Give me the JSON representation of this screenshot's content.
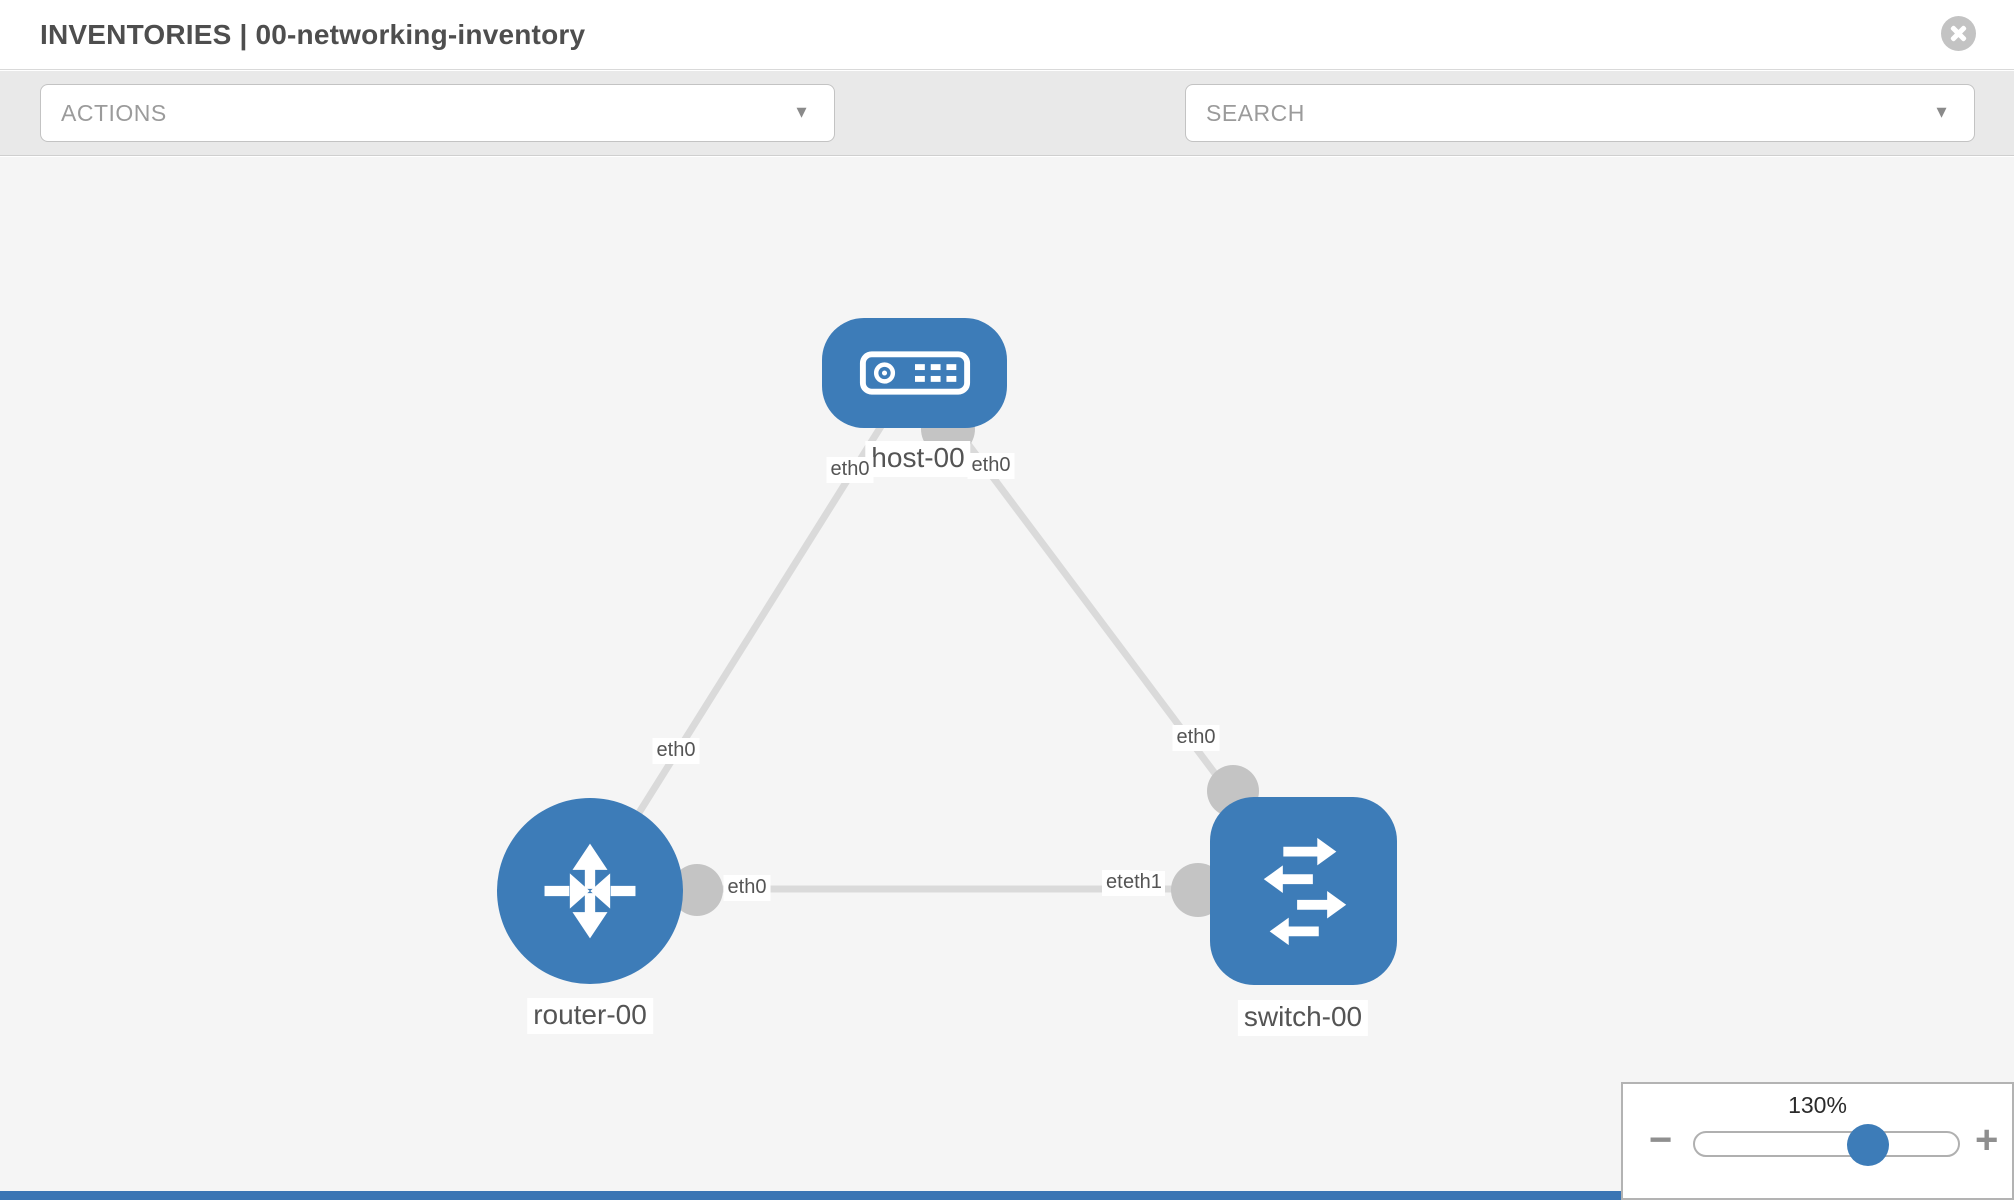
{
  "header": {
    "title": "INVENTORIES | 00-networking-inventory"
  },
  "toolbar": {
    "actions_label": "ACTIONS",
    "search_placeholder": "SEARCH",
    "caret_glyph": "▼",
    "icons": [
      "wrench-icon",
      "key-icon"
    ]
  },
  "topology": {
    "nodes": [
      {
        "id": "host-00",
        "type": "host",
        "label": "host-00",
        "icon": "host-icon"
      },
      {
        "id": "router-00",
        "type": "router",
        "label": "router-00",
        "icon": "router-icon"
      },
      {
        "id": "switch-00",
        "type": "switch",
        "label": "switch-00",
        "icon": "switch-icon"
      }
    ],
    "links": [
      {
        "from": "host-00",
        "to": "router-00",
        "from_interface": "eth0",
        "to_interface": "eth0"
      },
      {
        "from": "host-00",
        "to": "switch-00",
        "from_interface": "eth0",
        "to_interface": "eth0"
      },
      {
        "from": "router-00",
        "to": "switch-00",
        "from_interface": "eth0",
        "to_interface": "eth1"
      }
    ],
    "interface_labels": {
      "host_left": "eth0",
      "host_right": "eth0",
      "link_mid": "eth0",
      "switch_top": "eth0",
      "router_right": "eth0",
      "switch_left_back": "eth0",
      "switch_left_front": "eth1"
    }
  },
  "zoom_control": {
    "level": "130%",
    "minus_glyph": "−",
    "plus_glyph": "+"
  },
  "colors": {
    "node_blue": "#3d7cb8",
    "link_gray": "#dadada",
    "connector_gray": "#c4c4c4",
    "canvas_bg": "#f5f5f5",
    "toolbar_bg": "#e9e9e9"
  }
}
